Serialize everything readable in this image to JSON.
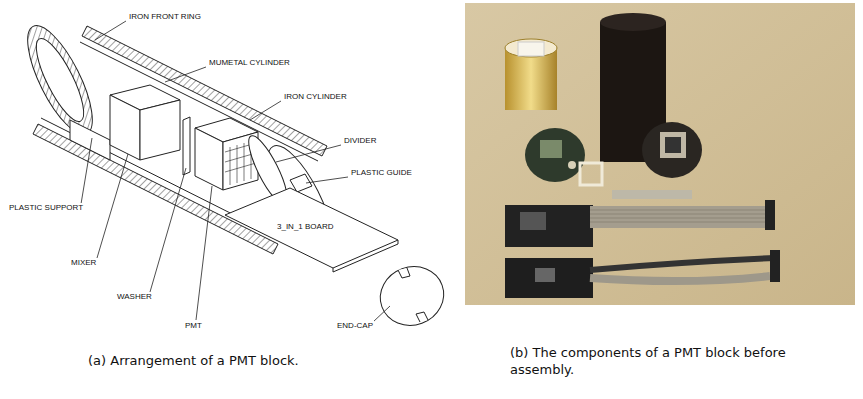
{
  "diagram": {
    "labels": [
      "IRON FRONT RING",
      "MUMETAL CYLINDER",
      "IRON CYLINDER",
      "DIVIDER",
      "PLASTIC GUIDE",
      "PLASTIC SUPPORT",
      "MIXER",
      "WASHER",
      "PMT",
      "3_IN_1 BOARD",
      "END-CAP",
      "(a) Arrangement of a PMT block.",
      "(b) The components of a PMT block before assembly."
    ]
  }
}
